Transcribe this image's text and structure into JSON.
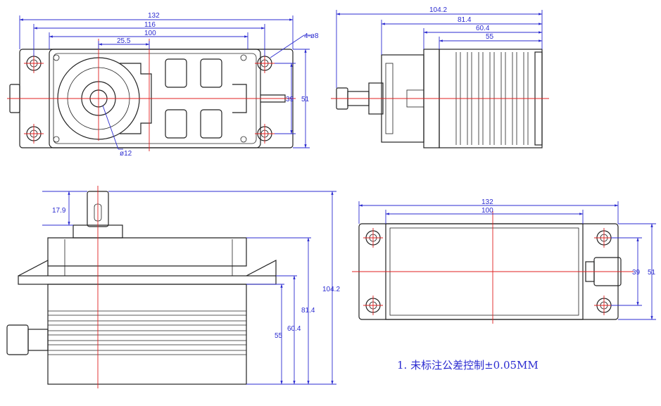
{
  "dims": {
    "top_front": {
      "w132": "132",
      "w116": "116",
      "w100": "100",
      "w25": "25.5",
      "hole": "4-ø8",
      "h39": "39",
      "h51": "51",
      "d12": "ø12"
    },
    "top_side": {
      "l104": "104.2",
      "l81": "81.4",
      "l60": "60.4",
      "l55": "55"
    },
    "bottom_front": {
      "s17": "17.9",
      "h104": "104.2",
      "h81": "81.4",
      "h60": "60.4",
      "h55": "55"
    },
    "bottom_top": {
      "w132": "132",
      "w100": "100",
      "h39": "39",
      "h51": "51"
    }
  },
  "note": "1. 未标注公差控制±0.05MM",
  "colors": {
    "dimension": "#2b2bd0",
    "centerline": "#e02020",
    "outline": "#222222"
  }
}
